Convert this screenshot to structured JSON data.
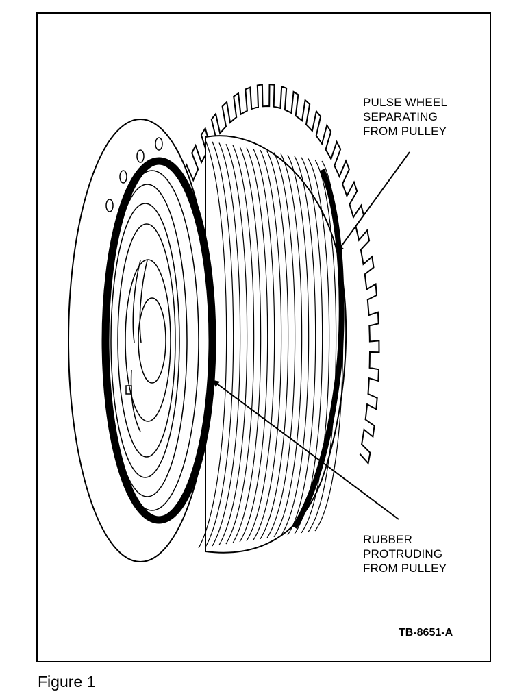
{
  "callouts": {
    "pulse_wheel": [
      "PULSE WHEEL",
      "SEPARATING",
      "FROM PULLEY"
    ],
    "rubber": [
      "RUBBER",
      "PROTRUDING",
      "FROM PULLEY"
    ]
  },
  "reference_code": "TB-8651-A",
  "caption": "Figure 1"
}
